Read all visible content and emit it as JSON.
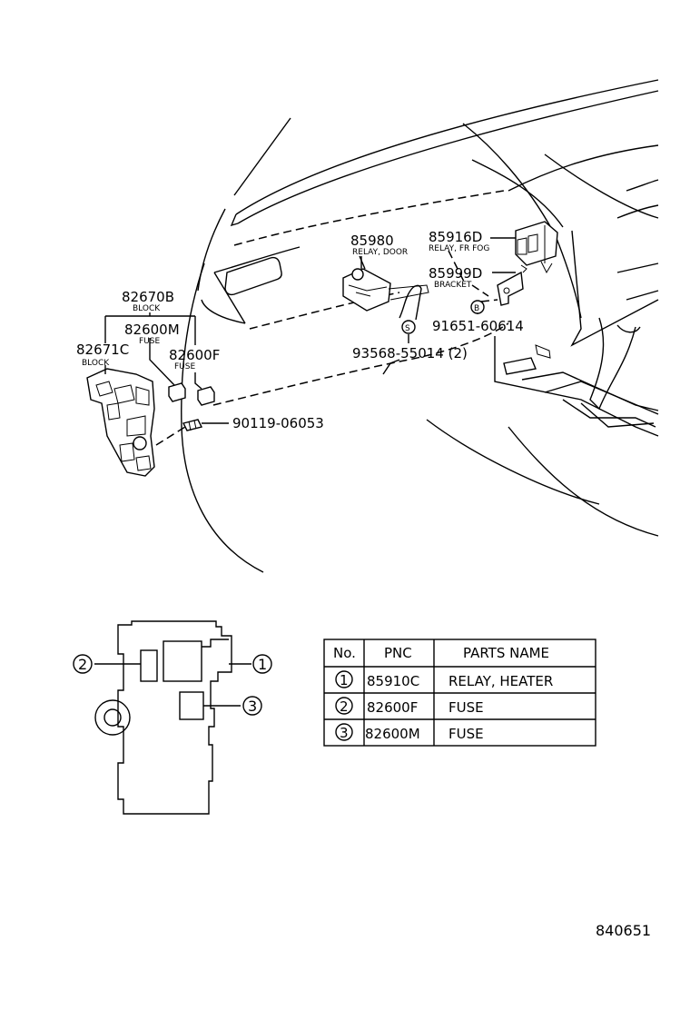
{
  "labels": {
    "p82670B": "82670B",
    "p82670B_sub": "BLOCK",
    "p82600M": "82600M",
    "p82600M_sub": "FUSE",
    "p82671C": "82671C",
    "p82671C_sub": "BLOCK",
    "p82600F": "82600F",
    "p82600F_sub": "FUSE",
    "p90119": "90119-06053",
    "p85980": "85980",
    "p85980_sub": "RELAY, DOOR",
    "p85916D": "85916D",
    "p85916D_sub": "RELAY, FR FOG",
    "p85999D": "85999D",
    "p85999D_sub": "BRACKET",
    "p91651": "91651-60614",
    "p93568": "93568-55014 (2)",
    "mark_b": "B",
    "mark_s": "S"
  },
  "callouts": [
    "1",
    "2",
    "3"
  ],
  "table": {
    "headers": [
      "No.",
      "PNC",
      "PARTS NAME"
    ],
    "rows": [
      {
        "no": "1",
        "pnc": "85910C",
        "name": "RELAY, HEATER"
      },
      {
        "no": "2",
        "pnc": "82600F",
        "name": "FUSE"
      },
      {
        "no": "3",
        "pnc": "82600M",
        "name": "FUSE"
      }
    ]
  },
  "diagram_code": "840651"
}
